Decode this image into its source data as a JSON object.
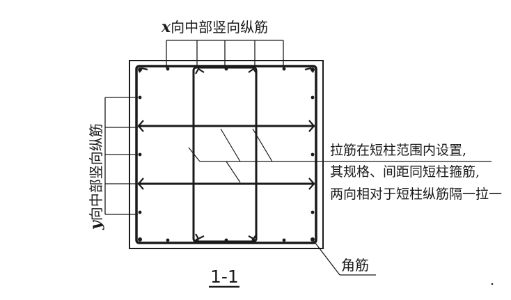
{
  "labels": {
    "x_middle_bars_prefix": "x",
    "x_middle_bars_text": "向中部竖向纵筋",
    "y_middle_bars_prefix": "y",
    "y_middle_bars_text": "向中部竖向纵筋",
    "tie_note": [
      "拉筋在短柱范围内设置,",
      "其规格、间距同短柱箍筋,",
      "两向相对于短柱纵筋隔一拉一"
    ],
    "corner_bar": "角筋",
    "section_title": "1-1"
  }
}
